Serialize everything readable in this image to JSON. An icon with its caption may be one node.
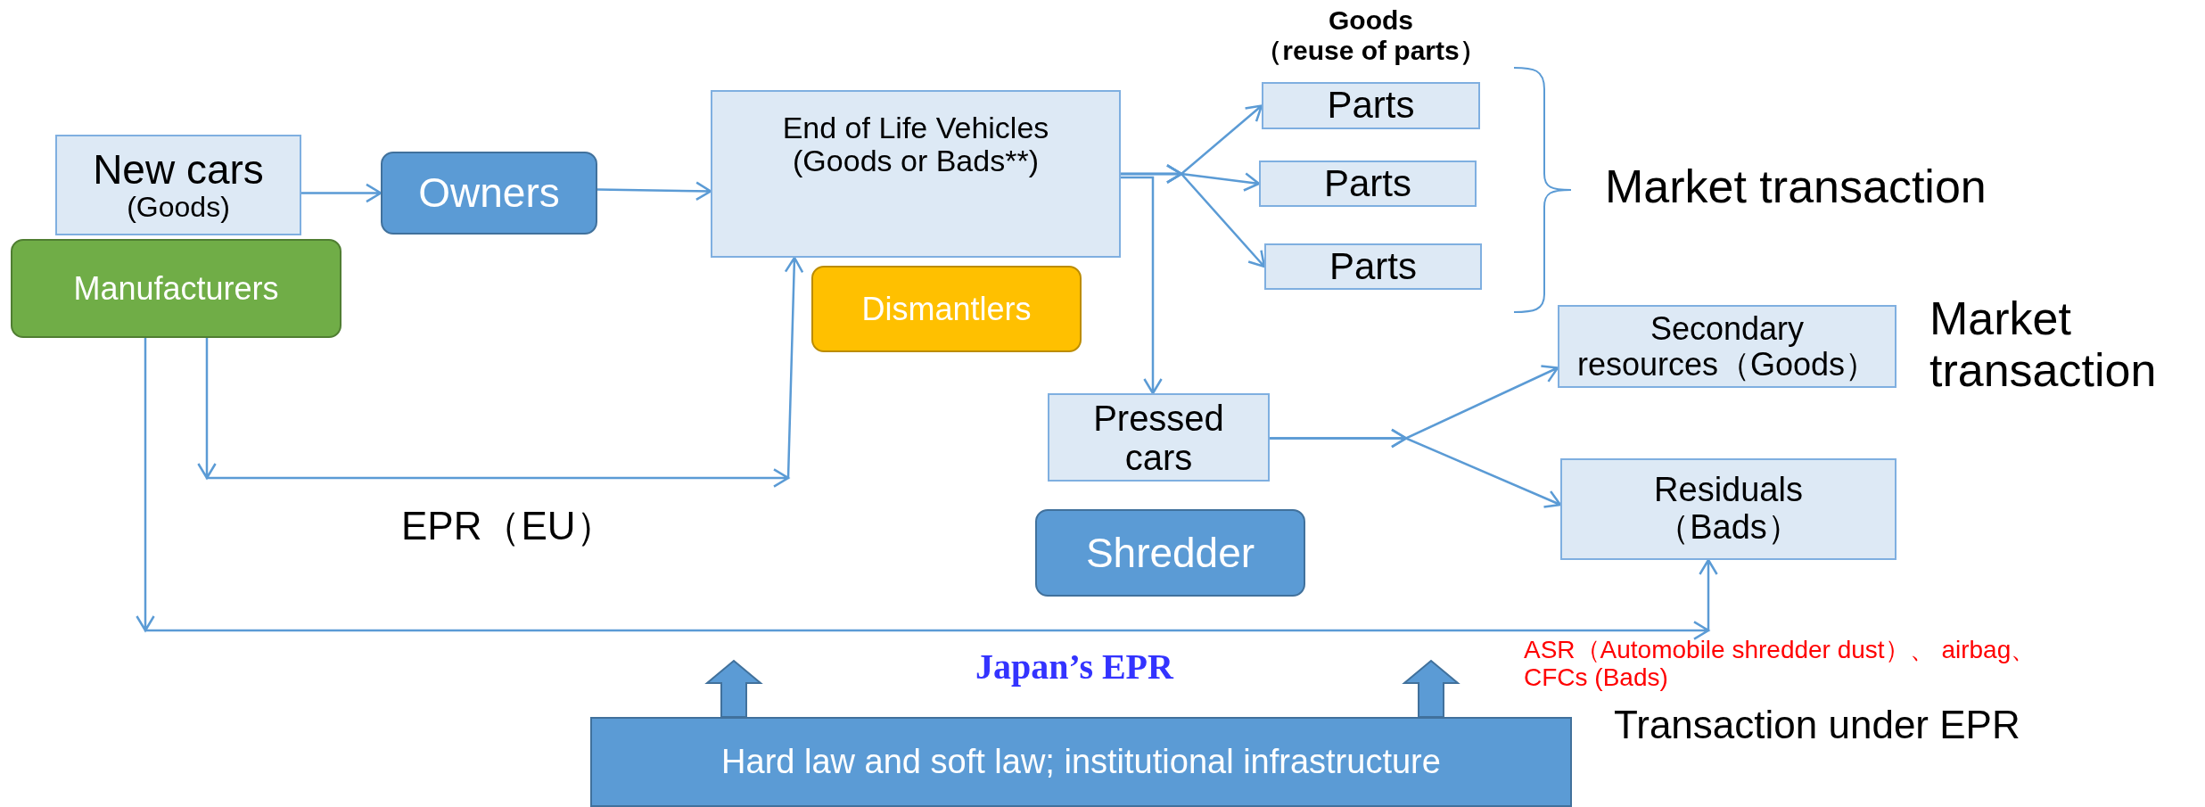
{
  "diagram": {
    "nodes": [
      {
        "text": [
          "New cars",
          "(Goods)"
        ]
      },
      {
        "text": [
          "Owners"
        ]
      },
      {
        "text": [
          "End of Life Vehicles (Goods or Bads**)"
        ]
      },
      {
        "text": [
          "Manufacturers"
        ]
      },
      {
        "text": [
          "Dismantlers"
        ]
      },
      {
        "text": [
          "Parts"
        ],
        "beside": [
          "Goods （reuse of parts）"
        ]
      },
      {
        "text": [
          "Parts"
        ]
      },
      {
        "text": [
          "Parts"
        ]
      },
      {
        "text": [
          "Secondary resources（Goods）"
        ]
      },
      {
        "text": [
          "Pressed cars"
        ]
      },
      {
        "text": [
          "Shredder"
        ]
      },
      {
        "text": [
          "Residuals （Bads）"
        ]
      },
      {
        "text": [
          "Hard law and soft law; institutional infrastructure"
        ]
      }
    ],
    "edges": [
      {
        "from": 0,
        "to": 1,
        "arrow": "to"
      },
      {
        "from": 1,
        "to": 2,
        "arrow": "to"
      },
      {
        "from": 2,
        "to": 5,
        "arrow": "to"
      },
      {
        "from": 2,
        "to": 6,
        "arrow": "to"
      },
      {
        "from": 2,
        "to": 7,
        "arrow": "to"
      },
      {
        "from": 2,
        "to": 9,
        "arrow": "to"
      },
      {
        "from": 9,
        "to": 8,
        "arrow": "to"
      },
      {
        "from": 9,
        "to": 11,
        "arrow": "to"
      },
      {
        "from": 3,
        "to": 2,
        "arrow": "to"
      },
      {
        "from": 3,
        "to": 11,
        "arrow": "to",
        "label": "Japan’s EPR"
      },
      {
        "from": 12,
        "to": null,
        "arrow": "to"
      },
      {
        "from": 12,
        "to": null,
        "arrow": "to"
      }
    ],
    "labels": [
      "Market transaction",
      "Market transaction",
      "EPR（EU）",
      "ASR（Automobile shredder dust）、 airbag、CFCs (Bads)",
      "Transaction under EPR"
    ]
  }
}
